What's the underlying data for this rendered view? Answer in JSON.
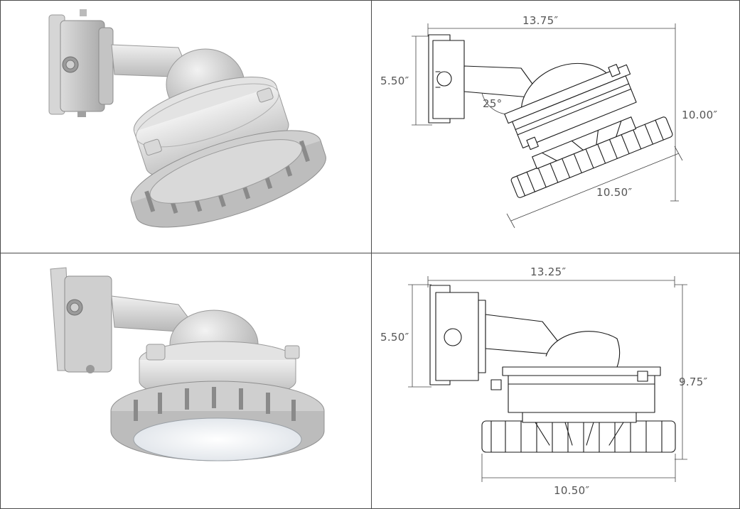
{
  "rows": [
    {
      "variant": "angled-25-degree-mount",
      "dimensions": {
        "overall_width": "13.75″",
        "box_height": "5.50″",
        "tilt_angle": "25°",
        "overall_height": "10.00″",
        "lens_diameter": "10.50″"
      }
    },
    {
      "variant": "straight-mount",
      "dimensions": {
        "overall_width": "13.25″",
        "box_height": "5.50″",
        "overall_height": "9.75″",
        "lens_diameter": "10.50″"
      }
    }
  ],
  "colors": {
    "grid_line": "#4a4a4a",
    "fixture_light": "#e6e6e6",
    "fixture_mid": "#c8c8c8",
    "fixture_dark": "#8f8f8f",
    "dimension_text": "#555555"
  }
}
